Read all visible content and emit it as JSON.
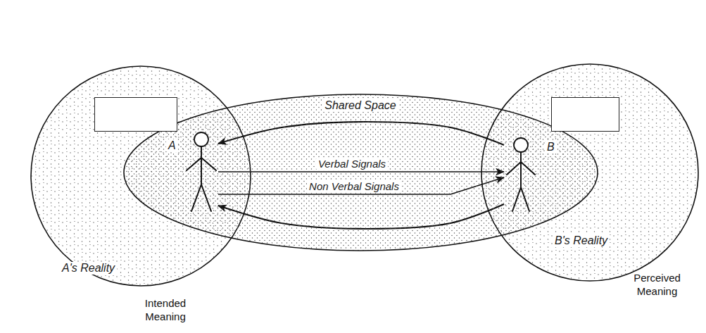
{
  "diagram": {
    "nodes": [
      {
        "text": [
          "A's Reality"
        ]
      },
      {
        "text": [
          "Intended Meaning"
        ],
        "in": 0
      },
      {
        "text": [
          "Shared Space"
        ]
      },
      {
        "text": [
          "A"
        ]
      },
      {
        "text": [
          "B's Reality"
        ]
      },
      {
        "text": [
          "Perceived Meaning"
        ],
        "in": 4
      },
      {
        "text": [
          "B"
        ]
      }
    ],
    "edges": [
      {
        "from": 3,
        "to": 6,
        "arrow": "to",
        "label": "Verbal Signals"
      },
      {
        "from": 3,
        "to": 6,
        "arrow": "to",
        "label": "Non Verbal Signals"
      },
      {
        "from": 6,
        "to": 3,
        "arrow": "to"
      },
      {
        "from": 6,
        "to": 3,
        "arrow": "to"
      }
    ]
  }
}
